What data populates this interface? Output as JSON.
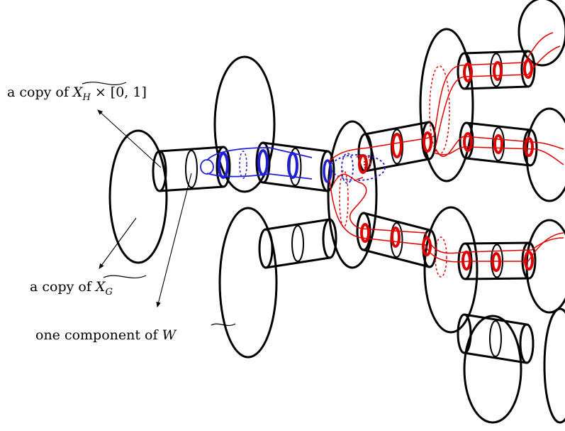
{
  "labels": {
    "copy_XH": {
      "prefix": "a copy of ",
      "math": "X",
      "sub": "H",
      "suffix": " × [0, 1]"
    },
    "copy_XG": {
      "prefix": "a copy of ",
      "math": "X",
      "sub": "G"
    },
    "component_W": {
      "prefix": "one component of ",
      "math": "W"
    }
  },
  "colors": {
    "outline": "#000000",
    "blue_path": "#1f1fd6",
    "red_path": "#e00000"
  }
}
